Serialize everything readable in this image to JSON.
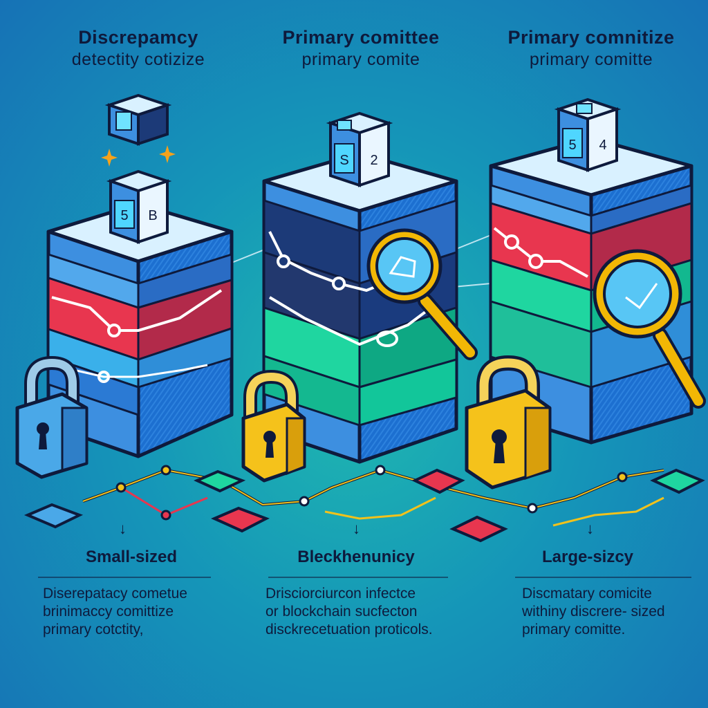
{
  "columns": [
    {
      "heading": [
        "Discrepamcy",
        "detectity cotizize"
      ],
      "cube_labels": [
        "5",
        "B"
      ],
      "title": "Small-sized",
      "description": [
        "Diserepatacy cometue",
        "brinimaccy comittize",
        "primary cotctity,"
      ]
    },
    {
      "heading": [
        "Primary comittee",
        "primary comite"
      ],
      "cube_labels": [
        "S",
        "2"
      ],
      "title": "Bleckhenunicy",
      "description": [
        "Drisciorciurcon infectce",
        "or blockchain sucfecton",
        "disckrecetuation proticols."
      ]
    },
    {
      "heading": [
        "Primary comnitize",
        "primary comitte"
      ],
      "cube_labels": [
        "5",
        "4"
      ],
      "title": "Large-sizcy",
      "description": [
        "Discmatary comicite",
        "withiny discrere- sized",
        "primary comitte."
      ]
    }
  ],
  "arrow_symbol": "↓",
  "icons": [
    "padlock-icon",
    "magnifying-glass-icon",
    "chain-link-icon",
    "chip-icon",
    "sparkle-icon"
  ],
  "colors": {
    "background_top": "#1672b6",
    "background_mid": "#1fb8b0",
    "outline": "#0e1a3c",
    "layer_blue": "#3d8fe0",
    "layer_red": "#e8364f",
    "layer_green": "#1fd6a0",
    "layer_navy": "#1c3a78",
    "lock_blue": "#4aa8e8",
    "lock_yellow": "#f5c21b",
    "magnifier_gold": "#f2b705"
  }
}
